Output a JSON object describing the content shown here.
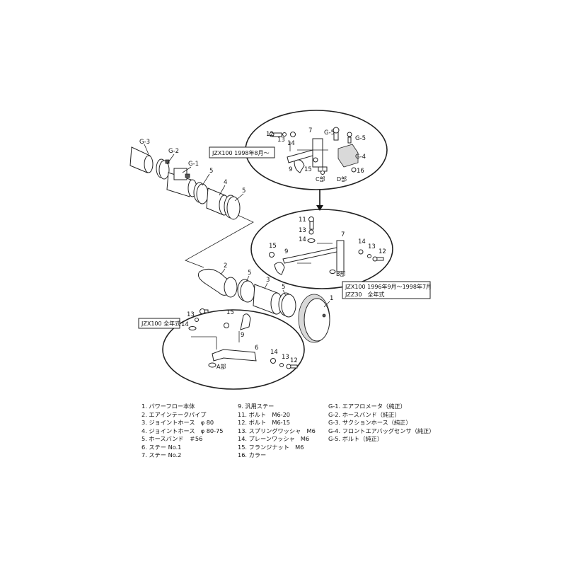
{
  "callouts": {
    "top": "JZX100 1998年8月～",
    "middle_line1": "JZX100 1996年9月～1998年7月",
    "middle_line2": "JZZ30　全年式",
    "bottom": "JZX100 全年式"
  },
  "area_labels": {
    "a": "A部",
    "b": "B部",
    "c": "C部",
    "d": "D部"
  },
  "part_numbers": {
    "n1": "1",
    "n2": "2",
    "n3": "3",
    "n4": "4",
    "n5": "5",
    "n6": "6",
    "n7": "7",
    "n9": "9",
    "n11": "11",
    "n12": "12",
    "n13": "13",
    "n14": "14",
    "n15": "15",
    "n16": "16",
    "g1": "G-1",
    "g2": "G-2",
    "g3": "G-3",
    "g4": "G-4",
    "g5": "G-5"
  },
  "legend": {
    "col1": [
      "1. パワーフロー本体",
      "2. エアインテークパイプ",
      "3. ジョイントホース　φ 80",
      "4. ジョイントホース　φ 80-75",
      "5. ホースバンド　＃56",
      "6. ステー No.1",
      "7. ステー No.2"
    ],
    "col2": [
      "9. 汎用ステー",
      "11. ボルト　M6-20",
      "12. ボルト　M6-15",
      "13. スプリングワッシャ　M6",
      "14. プレーンワッシャ　M6",
      "15. フランジナット　M6",
      "16. カラー"
    ],
    "col3": [
      "G-1. エアフロメータ（純正）",
      "G-2. ホースバンド（純正）",
      "G-3. サクションホース（純正）",
      "G-4. フロントエアバッグセンサ（純正）",
      "G-5. ボルト（純正）"
    ]
  }
}
